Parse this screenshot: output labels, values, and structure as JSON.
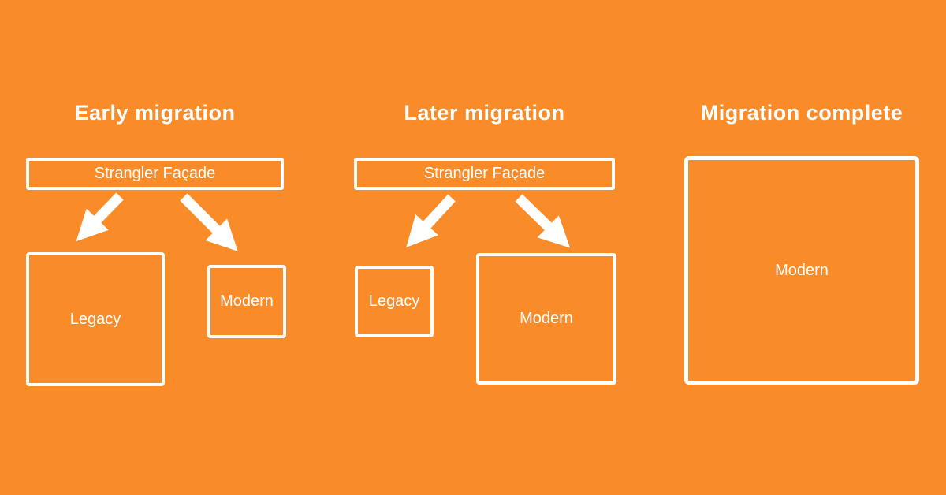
{
  "colors": {
    "background": "#F98C28",
    "foreground": "#FFFFFF"
  },
  "icons": [
    "arrow-down-left-icon",
    "arrow-down-right-icon"
  ],
  "panels": [
    {
      "title": "Early migration",
      "facade_label": "Strangler Façade",
      "legacy_label": "Legacy",
      "modern_label": "Modern"
    },
    {
      "title": "Later migration",
      "facade_label": "Strangler Façade",
      "legacy_label": "Legacy",
      "modern_label": "Modern"
    },
    {
      "title": "Migration complete",
      "modern_label": "Modern"
    }
  ]
}
